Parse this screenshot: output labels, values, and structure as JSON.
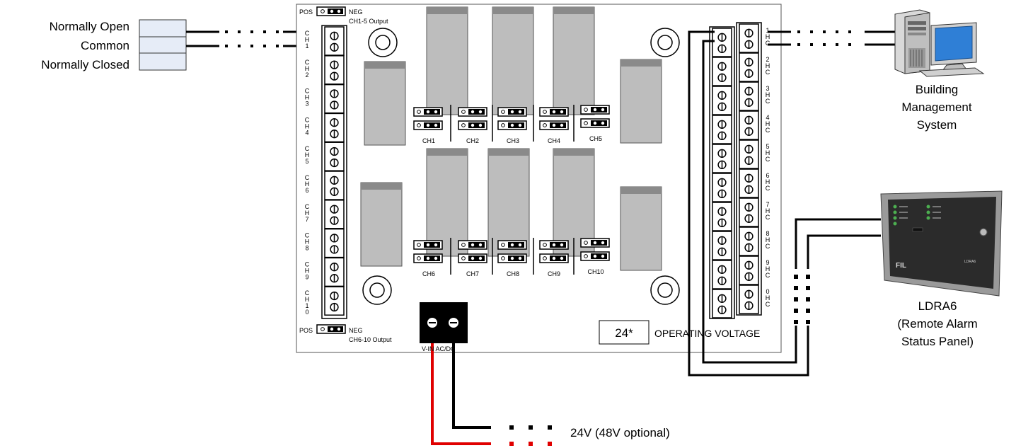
{
  "contact_labels": {
    "normally_open": "Normally Open",
    "common": "Common",
    "normally_closed": "Normally Closed"
  },
  "board": {
    "top_pos": "POS",
    "top_neg": "NEG",
    "top_output": "CH1-5 Output",
    "bottom_pos": "POS",
    "bottom_neg": "NEG",
    "bottom_output": "CH6-10 Output",
    "vin_label": "V-IN AC/DC",
    "voltage_box": "24*",
    "operating_voltage": "OPERATING VOLTAGE",
    "jumper_labels_top": [
      "CH1",
      "CH2",
      "CH3",
      "CH4",
      "CH5"
    ],
    "jumper_labels_bottom": [
      "CH6",
      "CH7",
      "CH8",
      "CH9",
      "CH10"
    ],
    "left_channels": [
      "1",
      "2",
      "3",
      "4",
      "5",
      "6",
      "7",
      "8",
      "9",
      "10"
    ],
    "right_channels": [
      "1",
      "2",
      "3",
      "4",
      "5",
      "6",
      "7",
      "8",
      "9",
      "0"
    ]
  },
  "devices": {
    "bms_line1": "Building",
    "bms_line2": "Management",
    "bms_line3": "System",
    "ldra_line1": "LDRA6",
    "ldra_line2": "(Remote Alarm",
    "ldra_line3": "Status Panel)",
    "ldra_logo": "FIL",
    "ldra_model": "LDRA6"
  },
  "power": {
    "label": "24V (48V optional)"
  },
  "colors": {
    "relay": "#bdbdbd",
    "relay_top": "#8a8a8a",
    "wire": "#000000",
    "power_positive": "#e00000",
    "terminal_fill": "#ffffff",
    "panel": "#2b2b2b",
    "led": "#4caf50",
    "monitor_screen": "#2f7fd6",
    "relay_box": "#e6ecf7"
  }
}
